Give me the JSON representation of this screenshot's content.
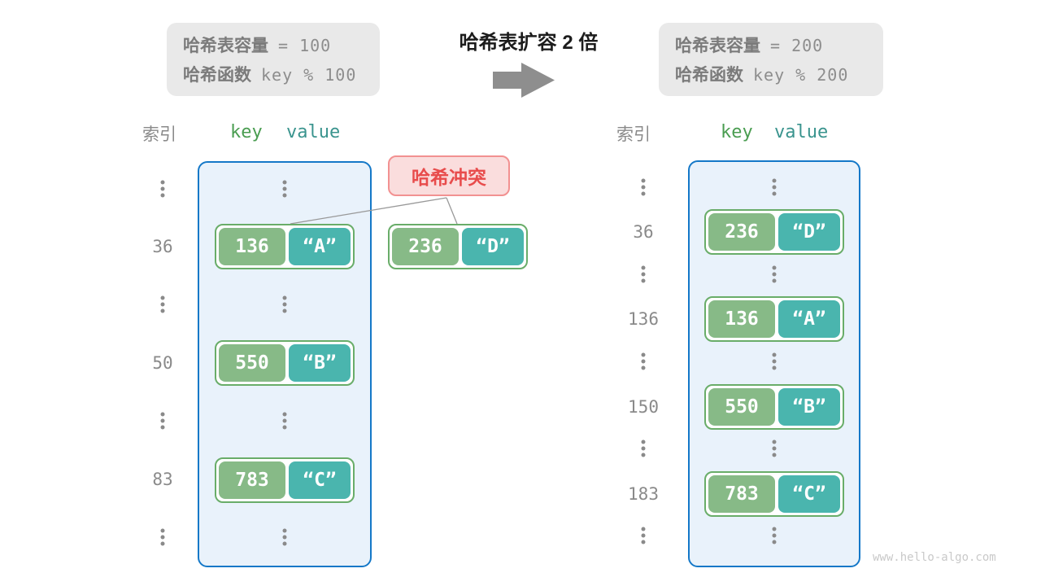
{
  "left_panel": {
    "info_box": {
      "capacity_label": "哈希表容量",
      "capacity_value": "= 100",
      "hash_label": "哈希函数",
      "hash_value": "key % 100"
    },
    "header": {
      "index_label": "索引",
      "key_label": "key",
      "value_label": "value"
    },
    "entries": [
      {
        "index": "36",
        "key": "136",
        "value": "“A”"
      },
      {
        "index": "50",
        "key": "550",
        "value": "“B”"
      },
      {
        "index": "83",
        "key": "783",
        "value": "“C”"
      }
    ]
  },
  "right_panel": {
    "info_box": {
      "capacity_label": "哈希表容量",
      "capacity_value": "= 200",
      "hash_label": "哈希函数",
      "hash_value": "key % 200"
    },
    "header": {
      "index_label": "索引",
      "key_label": "key",
      "value_label": "value"
    },
    "entries": [
      {
        "index": "36",
        "key": "236",
        "value": "“D”"
      },
      {
        "index": "136",
        "key": "136",
        "value": "“A”"
      },
      {
        "index": "150",
        "key": "550",
        "value": "“B”"
      },
      {
        "index": "183",
        "key": "783",
        "value": "“C”"
      }
    ]
  },
  "transition": {
    "title": "哈希表扩容 2 倍",
    "arrow_icon": "right-block-arrow"
  },
  "conflict": {
    "label": "哈希冲突",
    "pair": {
      "key": "236",
      "value": "“D”"
    }
  },
  "watermark": "www.hello-algo.com",
  "colors": {
    "info_box_bg": "#e9e9e9",
    "table_border": "#1478c8",
    "table_fill": "#e9f2fb",
    "pair_border": "#69ad69",
    "key_green": "#87ba87",
    "value_teal": "#4ab5ae",
    "key_header_green": "#4a9d51",
    "value_header_teal": "#3a948e",
    "conflict_text": "#e84c4c",
    "conflict_fill": "#fadddd",
    "conflict_border": "#f29191",
    "arrow_gray": "#8e8e8e",
    "text_gray": "#8a8a8a"
  }
}
